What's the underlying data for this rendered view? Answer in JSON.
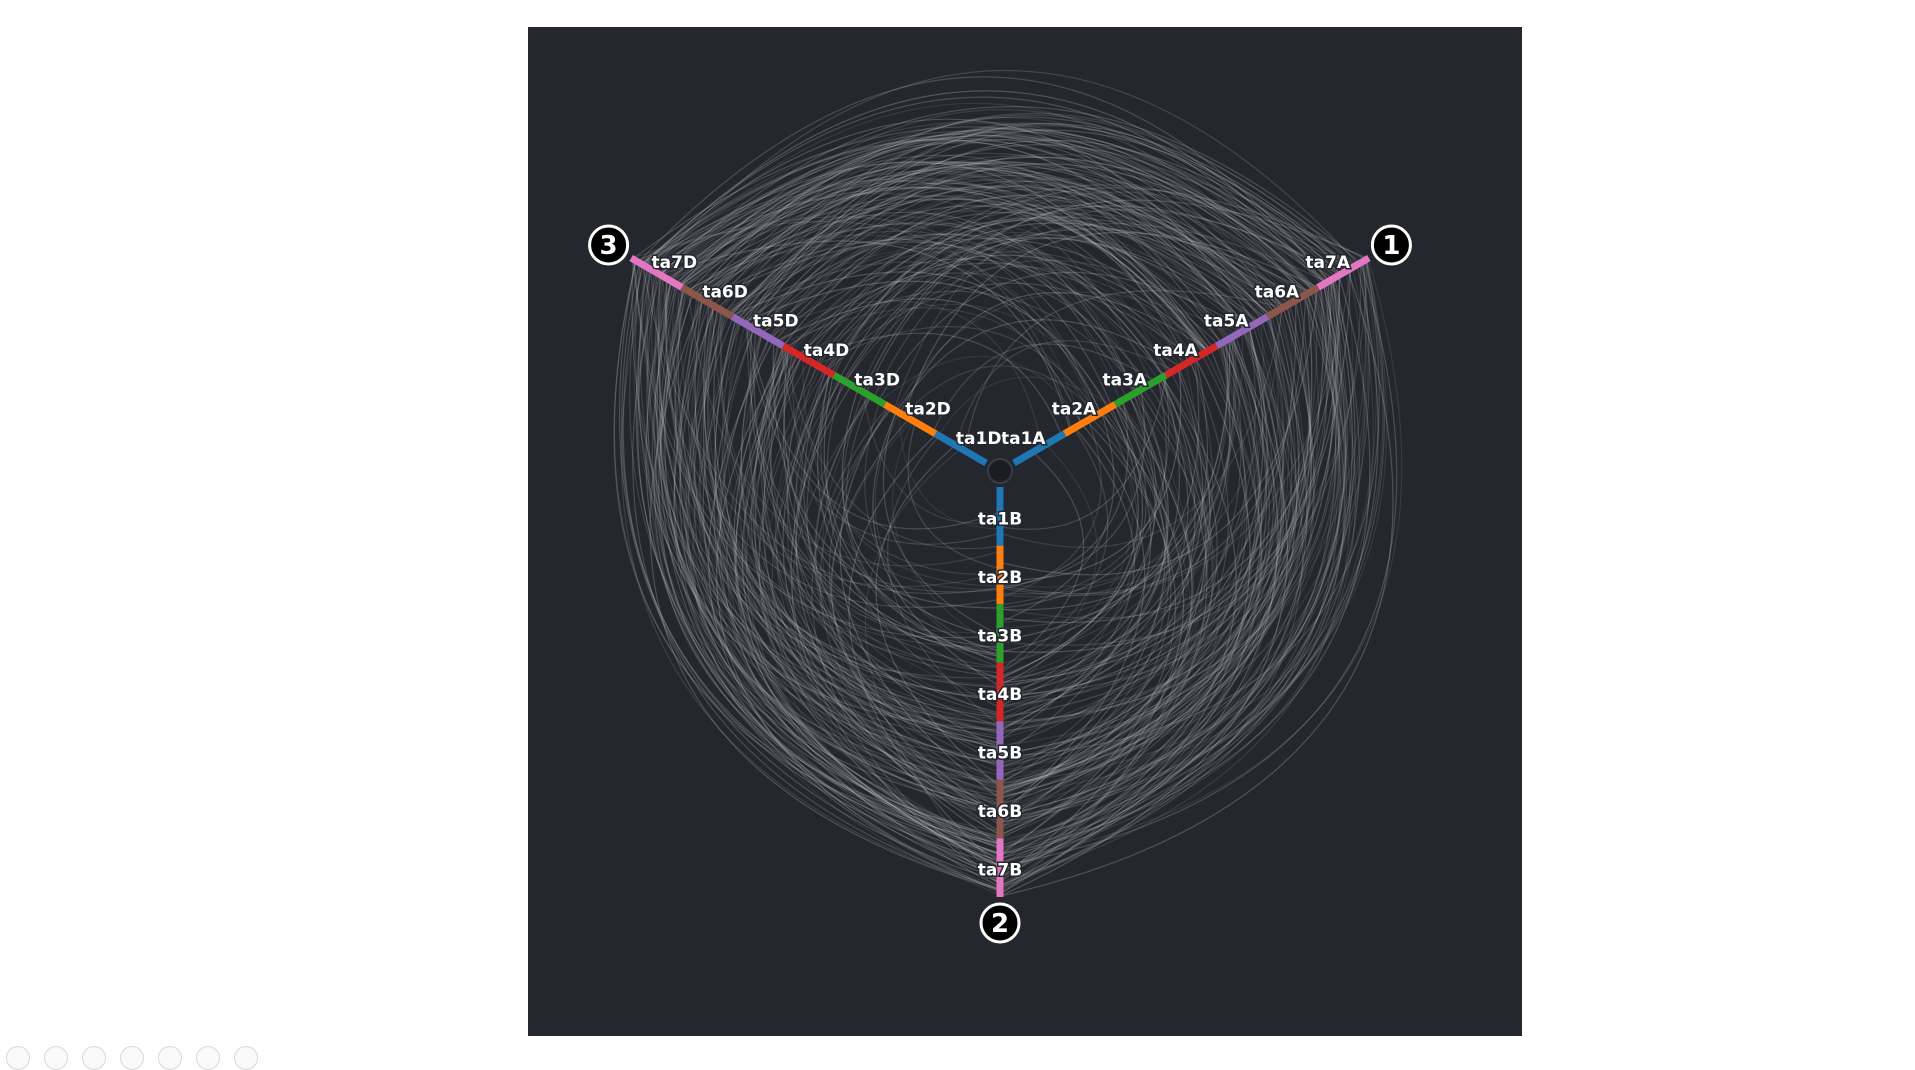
{
  "diagram": {
    "type": "hive-plot",
    "background": "#25272e",
    "link_color": "#c8c8c8",
    "hub_color": "#1c1d22",
    "segment_colors": [
      "#1f77b4",
      "#ff7f0e",
      "#2ca02c",
      "#d62728",
      "#9467bd",
      "#8c564b",
      "#e377c2"
    ],
    "axes": [
      {
        "id": "1",
        "label": "1",
        "segments": [
          "ta1A",
          "ta2A",
          "ta3A",
          "ta4A",
          "ta5A",
          "ta6A",
          "ta7A"
        ]
      },
      {
        "id": "2",
        "label": "2",
        "segments": [
          "ta1B",
          "ta2B",
          "ta3B",
          "ta4B",
          "ta5B",
          "ta6B",
          "ta7B"
        ]
      },
      {
        "id": "3",
        "label": "3",
        "segments": [
          "ta1D",
          "ta2D",
          "ta3D",
          "ta4D",
          "ta5D",
          "ta6D",
          "ta7D"
        ]
      }
    ]
  },
  "pager": {
    "dot_count": 7
  }
}
